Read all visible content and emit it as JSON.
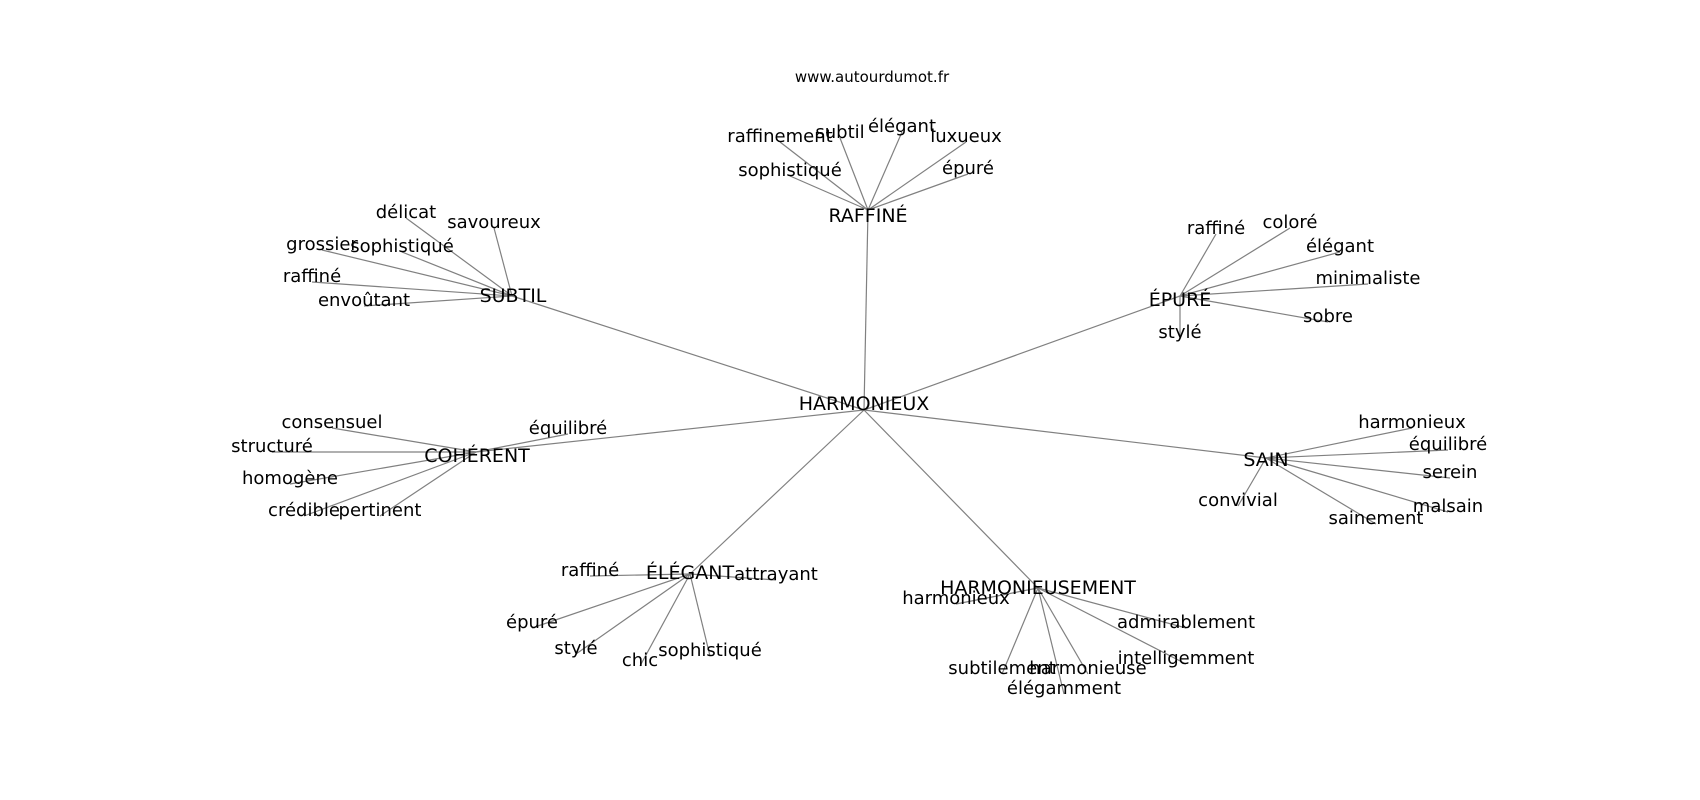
{
  "watermark": "www.autourdumot.fr",
  "center": "HARMONIEUX",
  "hubs": [
    {
      "key": "raffine",
      "label": "RAFFINÉ",
      "leaves": [
        "raffinement",
        "subtil",
        "élégant",
        "luxueux",
        "sophistiqué",
        "épuré"
      ]
    },
    {
      "key": "subtil",
      "label": "SUBTIL",
      "leaves": [
        "délicat",
        "savoureux",
        "grossier",
        "sophistiqué",
        "raffiné",
        "envoûtant"
      ]
    },
    {
      "key": "epure",
      "label": "ÉPURÉ",
      "leaves": [
        "raffiné",
        "coloré",
        "élégant",
        "minimaliste",
        "sobre",
        "stylé"
      ]
    },
    {
      "key": "coherent",
      "label": "COHÉRENT",
      "leaves": [
        "équilibré",
        "consensuel",
        "structuré",
        "homogène",
        "crédible",
        "pertinent"
      ]
    },
    {
      "key": "sain",
      "label": "SAIN",
      "leaves": [
        "harmonieux",
        "équilibré",
        "serein",
        "malsain",
        "sainement",
        "convivial"
      ]
    },
    {
      "key": "elegant",
      "label": "ÉLÉGANT",
      "leaves": [
        "raffiné",
        "attrayant",
        "épuré",
        "stylé",
        "chic",
        "sophistiqué"
      ]
    },
    {
      "key": "harmonieusement",
      "label": "HARMONIEUSEMENT",
      "leaves": [
        "harmonieux",
        "admirablement",
        "intelligemment",
        "subtilement",
        "harmonieuse",
        "élégamment"
      ]
    }
  ]
}
